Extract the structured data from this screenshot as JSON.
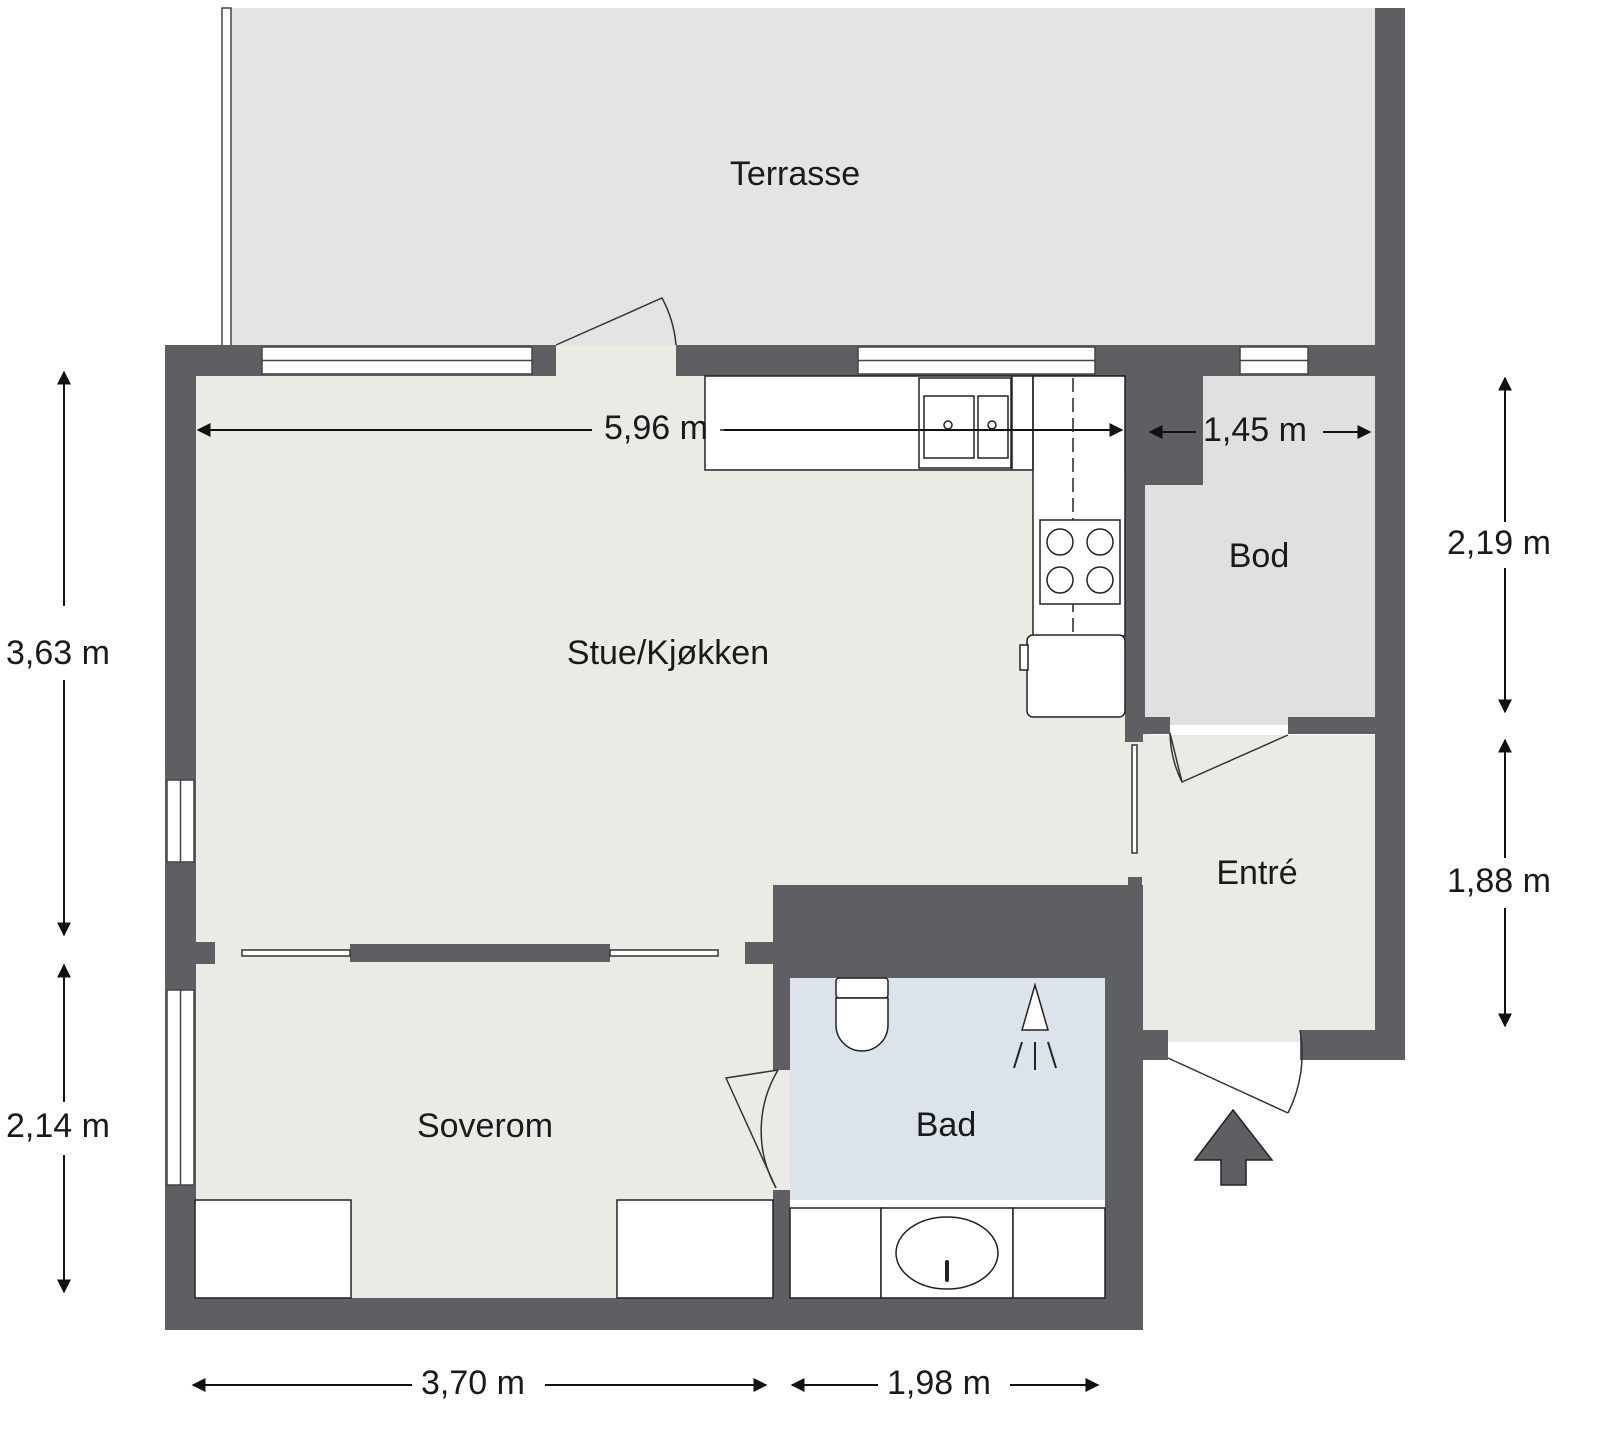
{
  "rooms": {
    "terrasse": "Terrasse",
    "stue_kjokken": "Stue/Kjøkken",
    "bod": "Bod",
    "entre": "Entré",
    "soverom": "Soverom",
    "bad": "Bad"
  },
  "dimensions": {
    "stue_width": "5,96 m",
    "bod_width": "1,45 m",
    "bod_depth": "2,19 m",
    "entre_depth": "1,88 m",
    "stue_depth": "3,63 m",
    "soverom_depth": "2,14 m",
    "soverom_width": "3,70 m",
    "bad_width": "1,98 m"
  },
  "colors": {
    "wall": "#5d5f63",
    "terrace_floor": "#e4e4e4",
    "living_floor": "#ebebe6",
    "storage_floor": "#e0e0e0",
    "bath_floor": "#dde3ea",
    "fixture": "#ffffff",
    "line": "#222222"
  },
  "icons": {
    "entrance": "entrance-arrow-icon"
  }
}
